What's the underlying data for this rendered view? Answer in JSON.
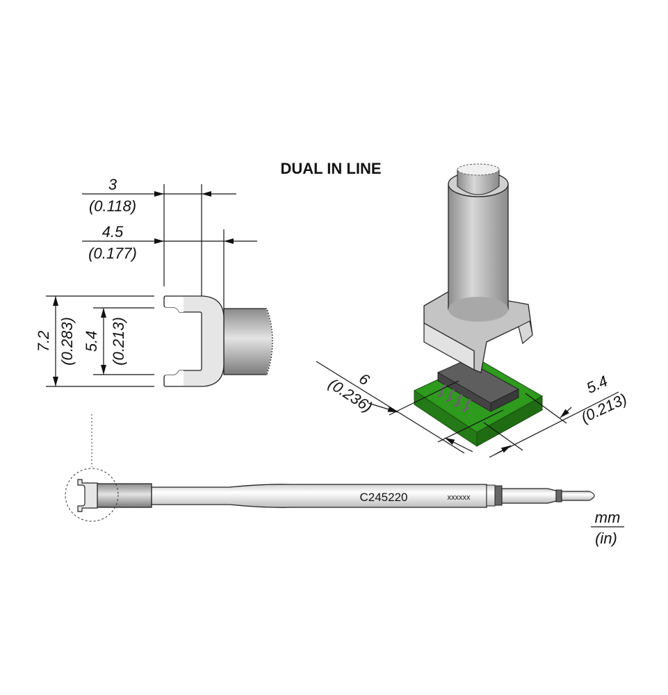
{
  "title": "DUAL IN LINE",
  "dimensions": {
    "width_inner": {
      "mm": "3",
      "in": "(0.118)"
    },
    "width_outer": {
      "mm": "4.5",
      "in": "(0.177)"
    },
    "height_outer": {
      "mm": "7.2",
      "in": "(0.283)"
    },
    "height_inner": {
      "mm": "5.4",
      "in": "(0.213)"
    },
    "component_length": {
      "mm": "6",
      "in": "(0.236)"
    },
    "component_width": {
      "mm": "5.4",
      "in": "(0.213)"
    }
  },
  "tool": {
    "part_number": "C245220",
    "lot_code": "xxxxxx"
  },
  "units": {
    "primary": "mm",
    "secondary": "(in)"
  },
  "colors": {
    "pcb": "#2e8b1e",
    "chip": "#5a5a5a",
    "metal": "#b8b8b8"
  }
}
